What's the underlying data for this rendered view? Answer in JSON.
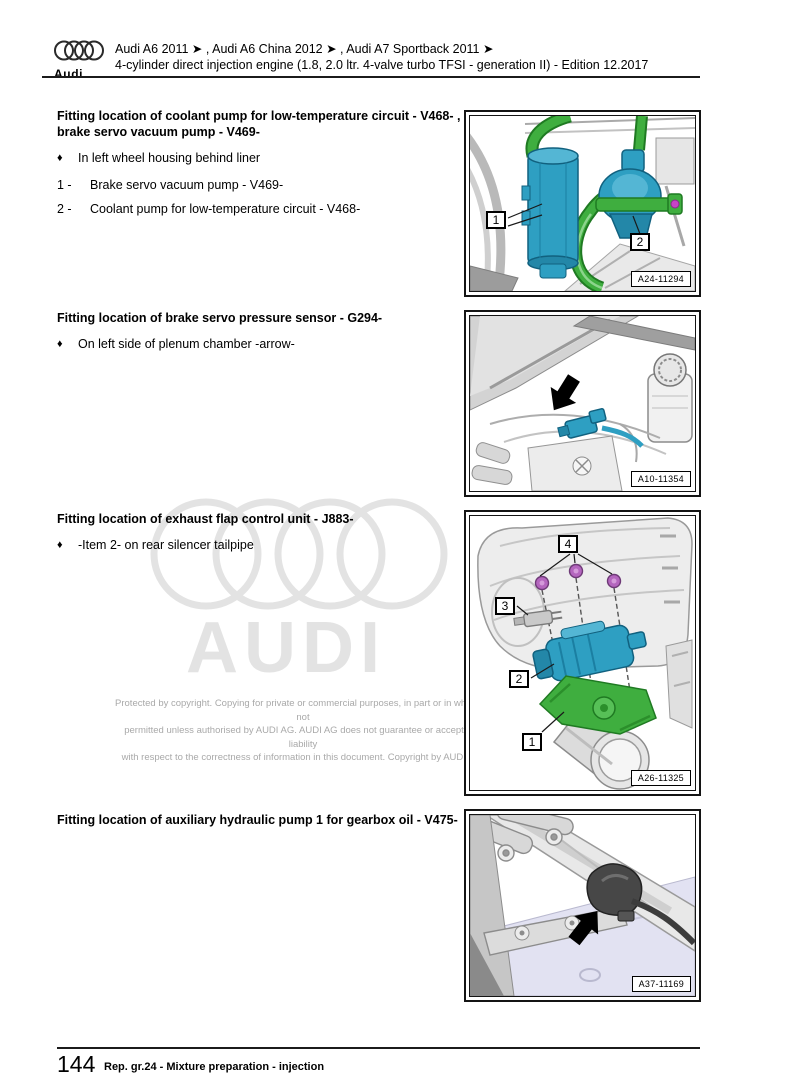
{
  "colors": {
    "highlight_blue": "#2e9fc2",
    "highlight_green": "#3fae3f",
    "highlight_purple": "#b466be",
    "watermark_gray": "#e3e3e3",
    "copyright_gray": "#a9a9a9"
  },
  "glyphs": {
    "bullet": "♦"
  },
  "header": {
    "brand": "Audi",
    "line1": "Audi A6 2011 ➤ , Audi A6 China 2012 ➤ , Audi A7 Sportback 2011 ➤",
    "line2": "4-cylinder direct injection engine (1.8, 2.0 ltr. 4-valve turbo TFSI - generation II) - Edition 12.2017"
  },
  "sections": [
    {
      "heading": "Fitting location of coolant pump for low-temperature circuit - V468- , brake servo vacuum pump - V469-",
      "bullets": [
        "In left wheel housing behind liner"
      ],
      "items": [
        {
          "num": "1 -",
          "text": "Brake servo vacuum pump - V469-"
        },
        {
          "num": "2 -",
          "text": "Coolant pump for low-temperature circuit - V468-"
        }
      ],
      "figure": {
        "ref": "A24-11294",
        "callouts": [
          "1",
          "2"
        ]
      }
    },
    {
      "heading": "Fitting location of brake servo pressure sensor - G294-",
      "bullets": [
        "On left side of plenum chamber -arrow-"
      ],
      "items": [],
      "figure": {
        "ref": "A10-11354",
        "callouts": []
      }
    },
    {
      "heading": "Fitting location of exhaust flap control unit - J883-",
      "bullets": [
        "-Item 2- on rear silencer tailpipe"
      ],
      "items": [],
      "figure": {
        "ref": "A26-11325",
        "callouts": [
          "1",
          "2",
          "3",
          "4"
        ]
      }
    },
    {
      "heading": "Fitting location of auxiliary hydraulic pump 1 for gearbox oil - V475-",
      "bullets": [],
      "items": [],
      "figure": {
        "ref": "A37-11169",
        "callouts": []
      }
    }
  ],
  "watermark": {
    "brand": "AUDI",
    "copyright_lines": [
      "Protected by copyright. Copying for private or commercial purposes, in part or in whole, is not",
      "permitted unless authorised by AUDI AG. AUDI AG does not guarantee or accept any liability",
      "with respect to the correctness of information in this document. Copyright by AUDI AG."
    ]
  },
  "footer": {
    "page_number": "144",
    "text": "Rep. gr.24 - Mixture preparation - injection"
  }
}
